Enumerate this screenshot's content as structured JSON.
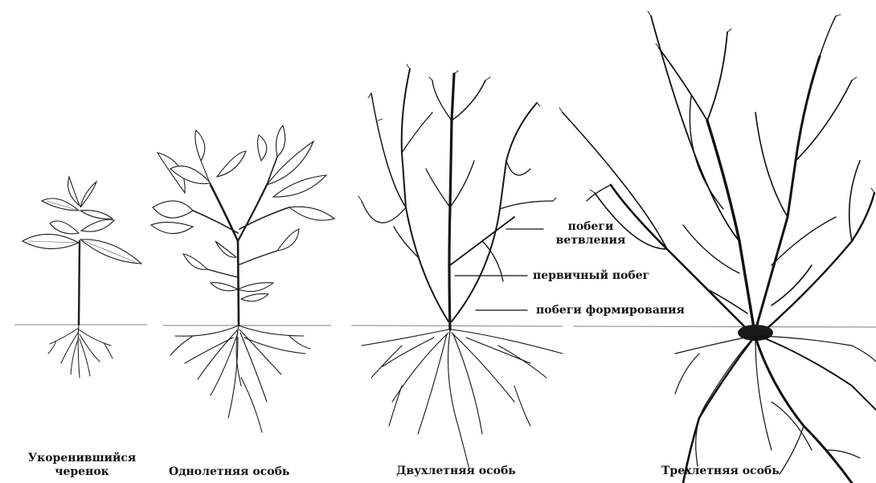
{
  "stages": [
    {
      "line1": "Укоренившийся",
      "line2": "черенок"
    },
    {
      "line1": "Однолетняя особь"
    },
    {
      "line1": "Двухлетняя особь"
    },
    {
      "line1": "Трехлетняя особь"
    }
  ],
  "annotations": {
    "branching_line1": "побеги",
    "branching_line2": "ветвления",
    "primary": "первичный побег",
    "forming": "побеги формирования"
  }
}
